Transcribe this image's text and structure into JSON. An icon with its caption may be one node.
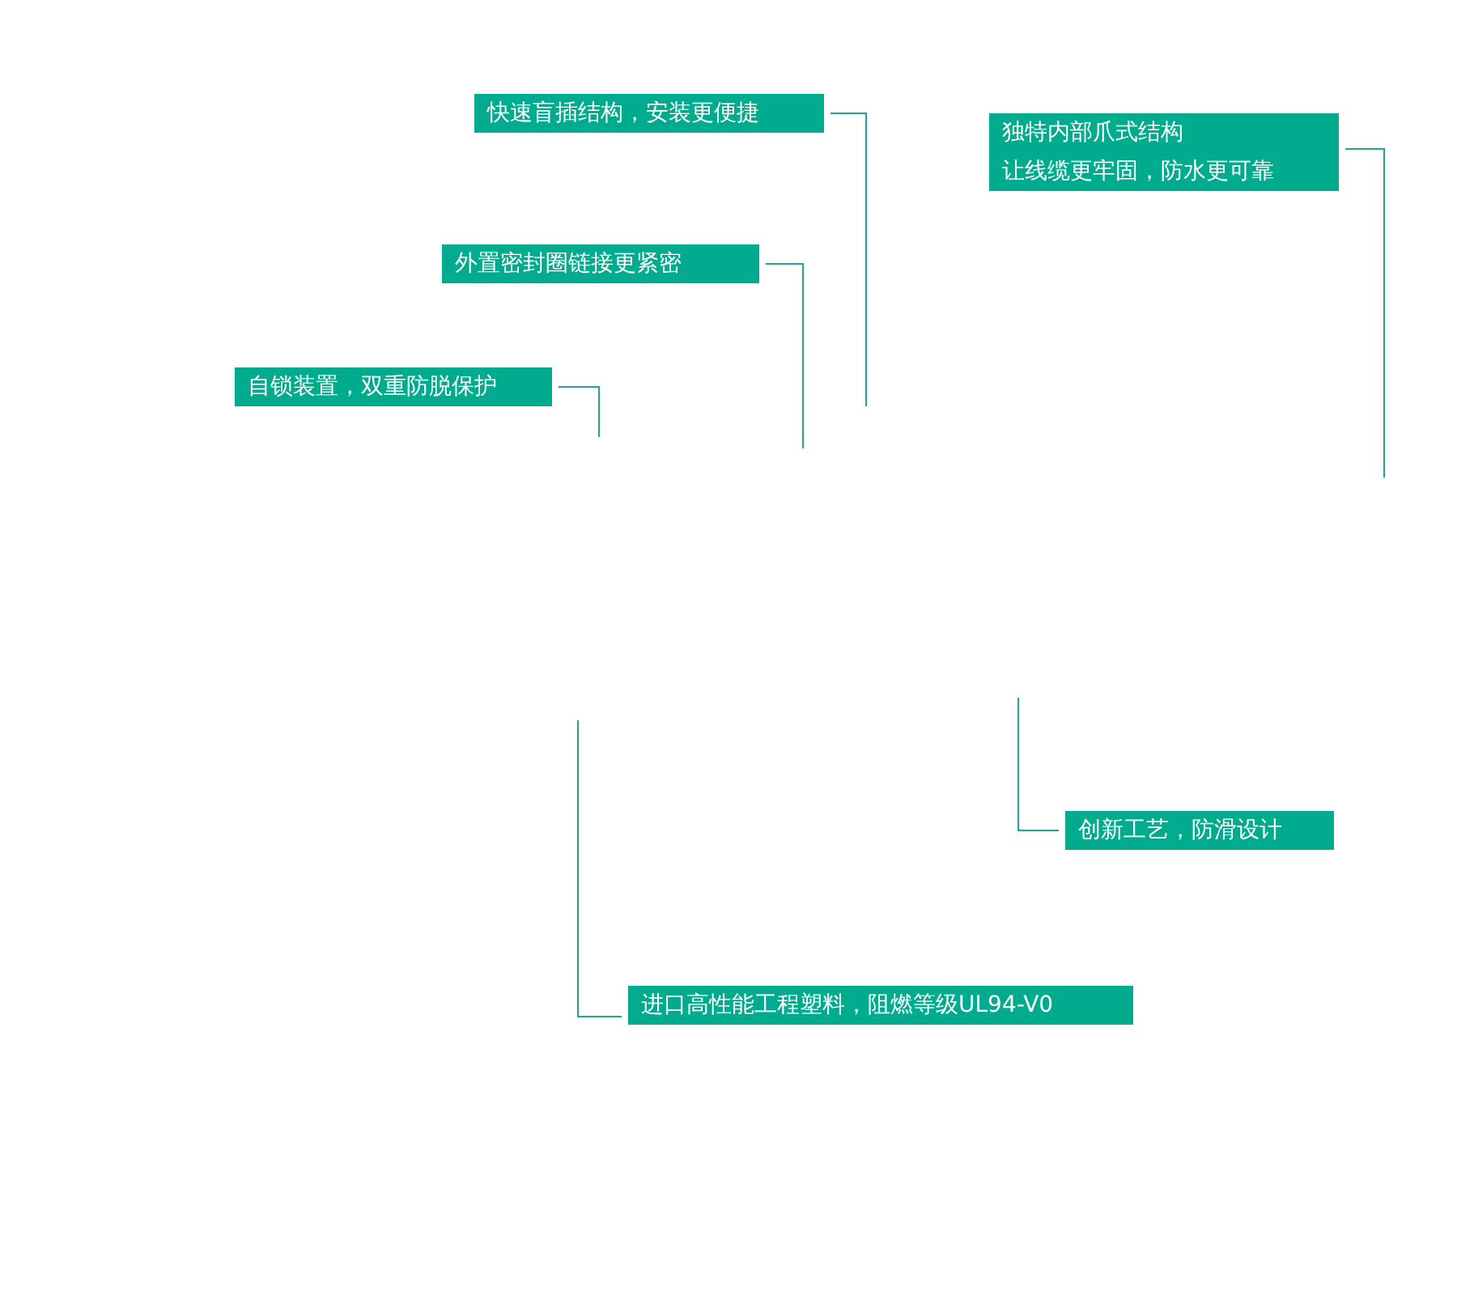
{
  "diagram": {
    "nodes": [
      {
        "text": [
          "快速盲插结构，安装更便捷"
        ]
      },
      {
        "text": [
          "独特内部爪式结构",
          "让线缆更牢固，防水更可靠"
        ]
      },
      {
        "text": [
          "外置密封圈链接更紧密"
        ]
      },
      {
        "text": [
          "自锁装置，双重防脱保护"
        ]
      },
      {
        "text": [
          "创新工艺，防滑设计"
        ]
      },
      {
        "text": [
          "进口高性能工程塑料，阻燃等级UL94-V0"
        ]
      }
    ],
    "edges": [
      {
        "from": 0,
        "to": null,
        "arrow": "none"
      },
      {
        "from": 1,
        "to": null,
        "arrow": "none"
      },
      {
        "from": 2,
        "to": null,
        "arrow": "none"
      },
      {
        "from": 3,
        "to": null,
        "arrow": "none"
      },
      {
        "from": 4,
        "to": null,
        "arrow": "none"
      },
      {
        "from": 5,
        "to": null,
        "arrow": "none"
      }
    ]
  }
}
